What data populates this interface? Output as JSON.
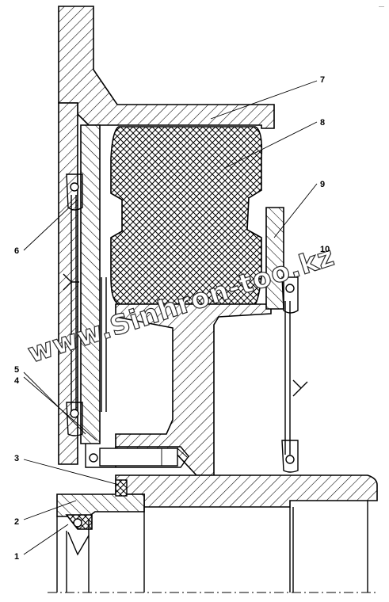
{
  "watermark": "www.Sinhron-too.kz",
  "corner_mark": "—",
  "callouts": [
    {
      "id": "1",
      "label": "1"
    },
    {
      "id": "2",
      "label": "2"
    },
    {
      "id": "3",
      "label": "3"
    },
    {
      "id": "4",
      "label": "4"
    },
    {
      "id": "5",
      "label": "5"
    },
    {
      "id": "6",
      "label": "6"
    },
    {
      "id": "7",
      "label": "7"
    },
    {
      "id": "8",
      "label": "8"
    },
    {
      "id": "9",
      "label": "9"
    },
    {
      "id": "10",
      "label": "10"
    }
  ]
}
